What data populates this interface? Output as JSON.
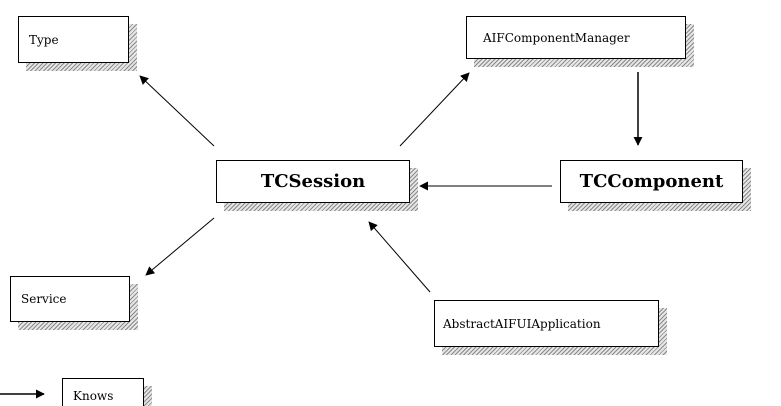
{
  "diagram": {
    "nodes": {
      "type": {
        "label": "Type"
      },
      "aif_component_manager": {
        "label": "AIFComponentManager"
      },
      "tc_session": {
        "label": "TCSession"
      },
      "tc_component": {
        "label": "TCComponent"
      },
      "service": {
        "label": "Service"
      },
      "abstract_aifui_application": {
        "label": "AbstractAIFUIApplication"
      }
    },
    "legend": {
      "label": "Knows"
    },
    "relations": [
      {
        "from": "TCSession",
        "to": "Type"
      },
      {
        "from": "TCSession",
        "to": "AIFComponentManager"
      },
      {
        "from": "AIFComponentManager",
        "to": "TCComponent"
      },
      {
        "from": "TCComponent",
        "to": "TCSession"
      },
      {
        "from": "TCSession",
        "to": "Service"
      },
      {
        "from": "AbstractAIFUIApplication",
        "to": "TCSession"
      }
    ]
  }
}
